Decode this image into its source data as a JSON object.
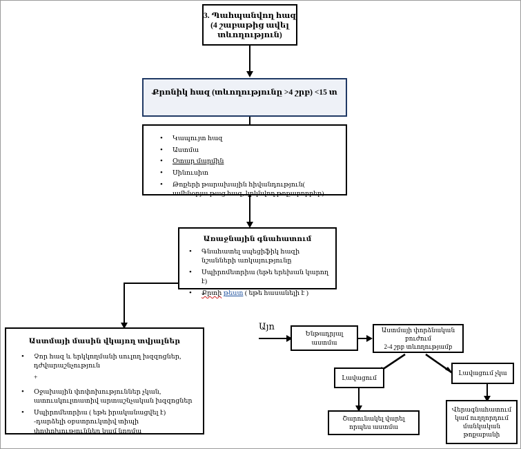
{
  "diagram": {
    "title_box": {
      "lines": [
        "3. Պահպանվող հազ",
        "(4 շաբաթից ավել",
        "տևողություն)"
      ]
    },
    "chronic_box": {
      "text": "Քրոնիկ հազ (տևողությունը >4 շրբ) <15 տ"
    },
    "causes_box": {
      "items": [
        "Կապույտ հազ",
        "Աստմա",
        "Օտար մարմին",
        "Սինուսիտ",
        "Թոքերի թարախային հիվանդություն( ամենօրյա թաց հազ, կրկնվող թոքաբորբեր)"
      ]
    },
    "assessment_box": {
      "title": "Առաջնային գնահատում",
      "items": [
        "Գնահատել սպեցիֆիկ հազի նշանների առկայությունը",
        "Սպիրոմետրիա (եթե երեխան կարող է)",
        "Քրտի թեստ ( եթե հասանելի է )"
      ],
      "item3_parts": {
        "spell": "Քրտի",
        "link": "թեստ",
        "rest": "( եթե հասանելի է )"
      }
    },
    "asthma_box": {
      "title": "Աստմայի մասին վկայող տվյալներ",
      "items": [
        "Չոր հազ և երկկողմանի սուլող խզզոցներ, դժվարաշնչություն",
        "+",
        "Օջախային փոփոխություններ չկան, ատուսկուլտատիվ արտաշնչական խզզոցներ",
        "Սպիրոմետրիա ( եթե իրականացվել է) -դարձելի օբստրուկտիվ տիպի փոփոխություններ կամ նորմա"
      ]
    },
    "yes_label": "Այո",
    "suspected_asthma_box": {
      "text": "Ենթադրյալ աստմա"
    },
    "trial_box": {
      "lines": [
        "Աստմայի փորձնական բուժում",
        "2-4 շրբ տևողությամբ"
      ]
    },
    "improve_box": {
      "text": "Լավացում"
    },
    "no_improve_box": {
      "text": "Լավացում չկա"
    },
    "continue_box": {
      "lines": [
        "Շարունակել վարել",
        "որպես աստմա"
      ]
    },
    "reassess_box": {
      "lines": [
        "Վերագնահատում",
        "կամ ուղղորդում",
        "մանկական",
        "թոքաբանի"
      ]
    }
  },
  "colors": {
    "navy_border": "#1f3864",
    "navy_fill": "#eef1f7",
    "black": "#000000",
    "spell_red": "#d02020",
    "link_blue": "#1b4f9c"
  }
}
